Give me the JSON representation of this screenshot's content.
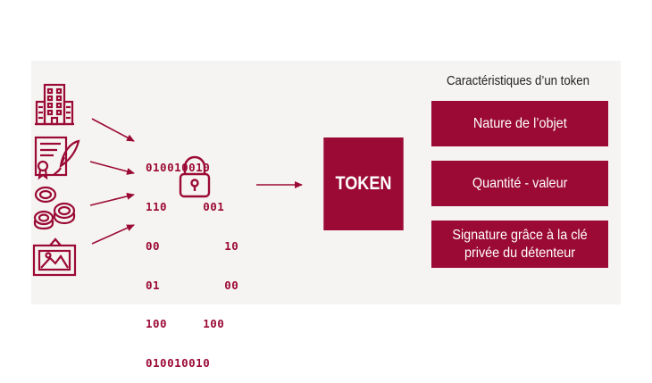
{
  "binary": {
    "lines": [
      "010010010",
      "110     001",
      "00         10",
      "01         00",
      "100     100",
      "010010010"
    ]
  },
  "token": {
    "label": "TOKEN"
  },
  "characteristics": {
    "title": "Caractéristiques d’un token",
    "items": [
      {
        "label": "Nature de l’objet"
      },
      {
        "label": "Quantité - valeur"
      },
      {
        "label": "Signature grâce à la clé privée du détenteur"
      }
    ]
  },
  "colors": {
    "accent": "#9b0a35",
    "panel": "#f6f4f2"
  },
  "icons": [
    "building-icon",
    "certificate-icon",
    "coins-icon",
    "painting-icon",
    "padlock-icon"
  ]
}
